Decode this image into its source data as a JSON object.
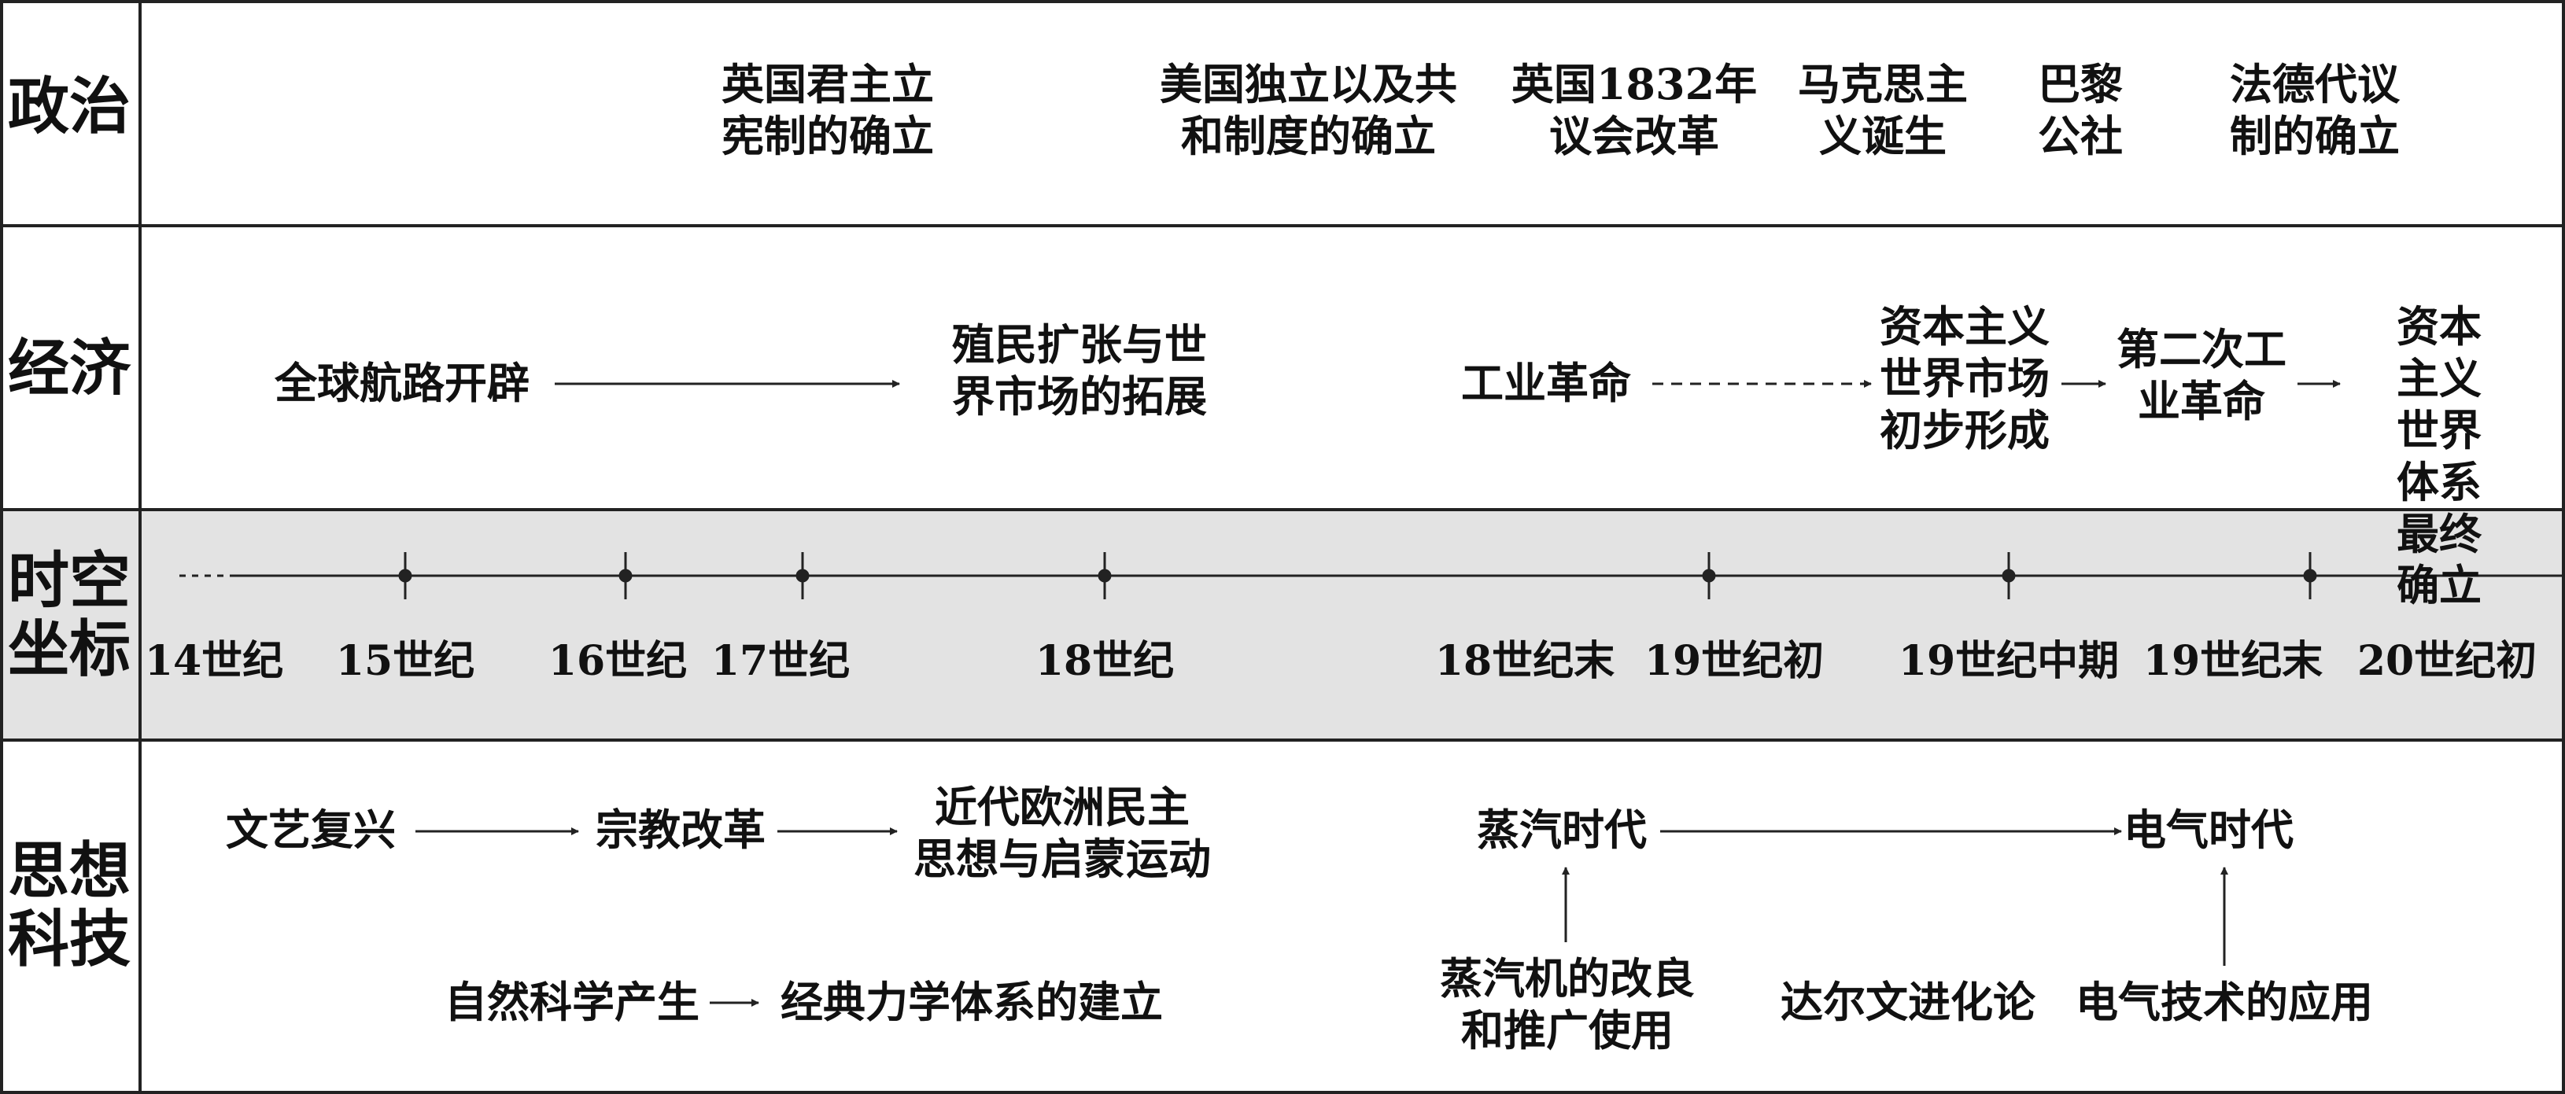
{
  "rows": {
    "politics": "政治",
    "economy": "经济",
    "timeline": "时空\n坐标",
    "thought": "思想\n科技"
  },
  "politics": [
    "英国君主立\n宪制的确立",
    "美国独立以及共\n和制度的确立",
    "英国1832年\n议会改革",
    "马克思主\n义诞生",
    "巴黎\n公社",
    "法德代议\n制的确立"
  ],
  "economy": [
    "全球航路开辟",
    "殖民扩张与世\n界市场的拓展",
    "工业革命",
    "资本主义\n世界市场\n初步形成",
    "第二次工\n业革命",
    "资本主义\n世界体系\n最终确立"
  ],
  "timeline": [
    "14世纪",
    "15世纪",
    "16世纪",
    "17世纪",
    "18世纪",
    "18世纪末",
    "19世纪初",
    "19世纪中期",
    "19世纪末",
    "20世纪初"
  ],
  "thought": [
    "文艺复兴",
    "宗教改革",
    "近代欧洲民主\n思想与启蒙运动",
    "蒸汽时代",
    "电气时代",
    "自然科学产生",
    "经典力学体系的建立",
    "蒸汽机的改良\n和推广使用",
    "达尔文进化论",
    "电气技术的应用"
  ]
}
